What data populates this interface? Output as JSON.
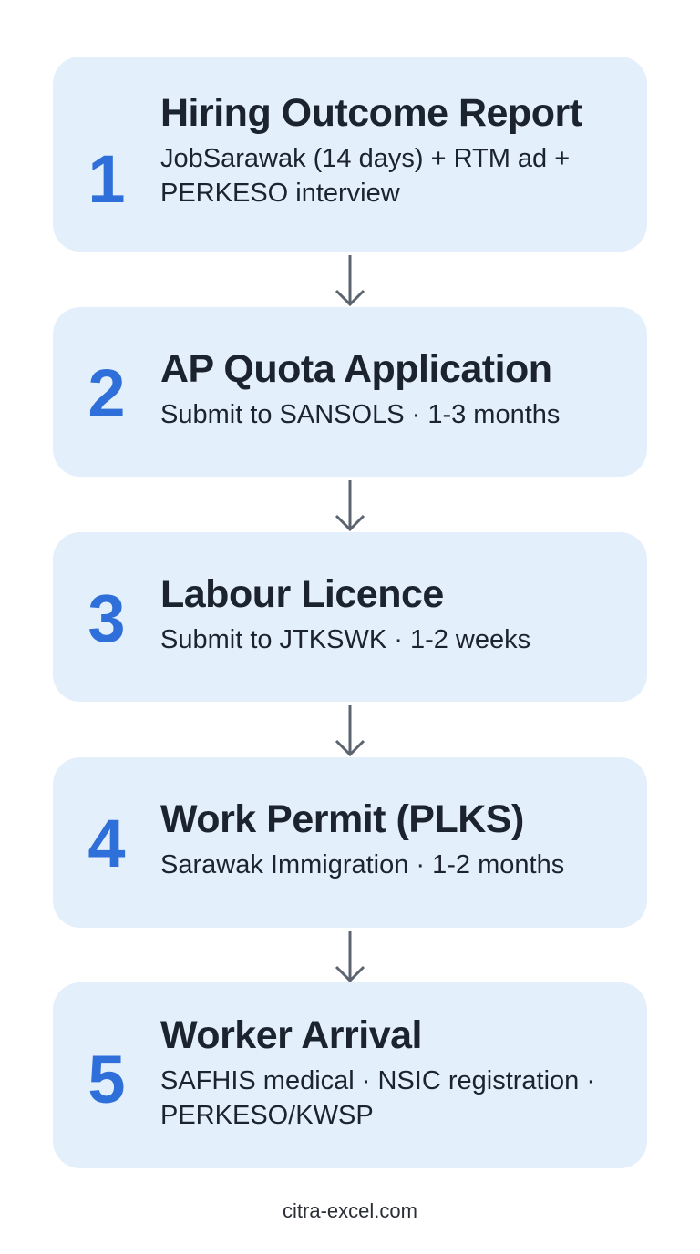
{
  "colors": {
    "card_background": "#e4effc",
    "number_accent": "#2f6fd9",
    "text_primary": "#1b232e",
    "arrow": "#5c6470"
  },
  "steps": [
    {
      "number": "1",
      "title": "Hiring Outcome Report",
      "description": "JobSarawak (14 days) + RTM ad + PERKESO interview"
    },
    {
      "number": "2",
      "title": "AP Quota Application",
      "description": "Submit to SANSOLS · 1-3 months"
    },
    {
      "number": "3",
      "title": "Labour Licence",
      "description": "Submit to JTKSWK · 1-2 weeks"
    },
    {
      "number": "4",
      "title": "Work Permit (PLKS)",
      "description": "Sarawak Immigration · 1-2 months"
    },
    {
      "number": "5",
      "title": "Worker Arrival",
      "description": "SAFHIS medical · NSIC registration · PERKESO/KWSP"
    }
  ],
  "connectors": [
    {
      "icon": "arrow-down-icon"
    },
    {
      "icon": "arrow-down-icon"
    },
    {
      "icon": "arrow-down-icon"
    },
    {
      "icon": "arrow-down-icon"
    }
  ],
  "footer": {
    "text": "citra-excel.com"
  }
}
